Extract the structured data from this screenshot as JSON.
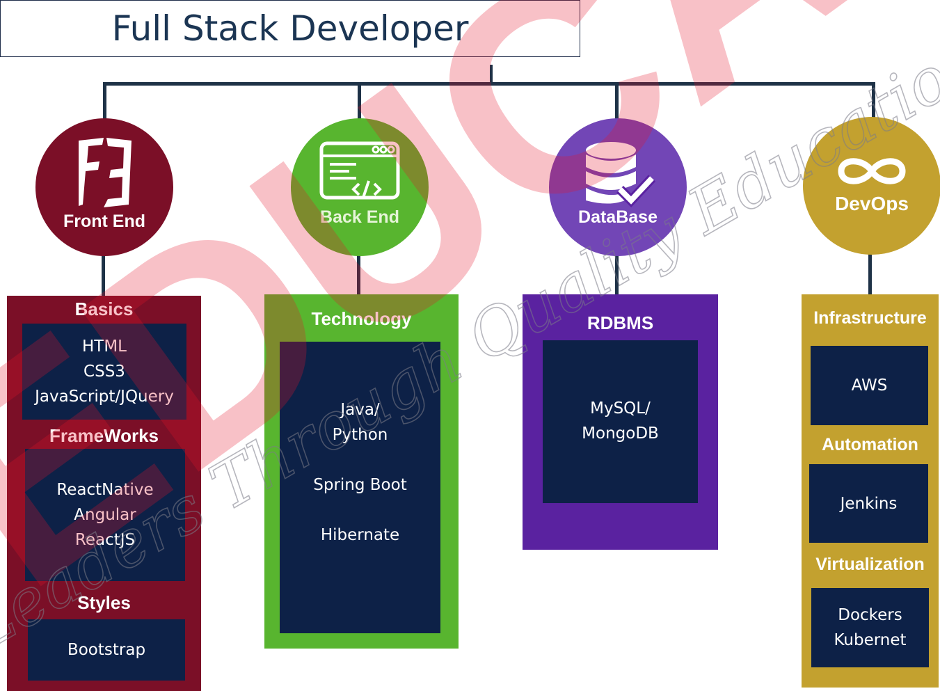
{
  "title": "Full Stack Developer",
  "colors": {
    "frontend": "#7b0f27",
    "backend": "#58b52f",
    "database": "#5a22a0",
    "devops": "#c3a12f",
    "inner": "#0d2147",
    "connector": "#1e3247"
  },
  "columns": {
    "frontend": {
      "icon": "firebase-f3-icon",
      "label": "Front End",
      "sections": [
        {
          "heading": "Basics",
          "items": [
            "HTML",
            "CSS3",
            "JavaScript/JQuery"
          ]
        },
        {
          "heading": "FrameWorks",
          "items": [
            "ReactNative",
            "Angular",
            "ReactJS"
          ]
        },
        {
          "heading": "Styles",
          "items": [
            "Bootstrap"
          ]
        }
      ]
    },
    "backend": {
      "icon": "code-window-icon",
      "label": "Back End",
      "sections": [
        {
          "heading": "Technology",
          "items": [
            "Java/",
            "Python",
            "Spring Boot",
            "Hibernate"
          ]
        }
      ]
    },
    "database": {
      "icon": "database-check-icon",
      "label": "DataBase",
      "sections": [
        {
          "heading": "RDBMS",
          "items": [
            "MySQL/",
            "MongoDB"
          ]
        }
      ]
    },
    "devops": {
      "icon": "infinity-icon",
      "label": "DevOps",
      "sections": [
        {
          "heading": "Infrastructure",
          "items": [
            "AWS"
          ]
        },
        {
          "heading": "Automation",
          "items": [
            "Jenkins"
          ]
        },
        {
          "heading": "Virtualization",
          "items": [
            "Dockers",
            "Kubernet"
          ]
        }
      ]
    }
  },
  "watermark": {
    "text_big": "EDUCA",
    "text_small": "Leaders Through Quality Education"
  }
}
